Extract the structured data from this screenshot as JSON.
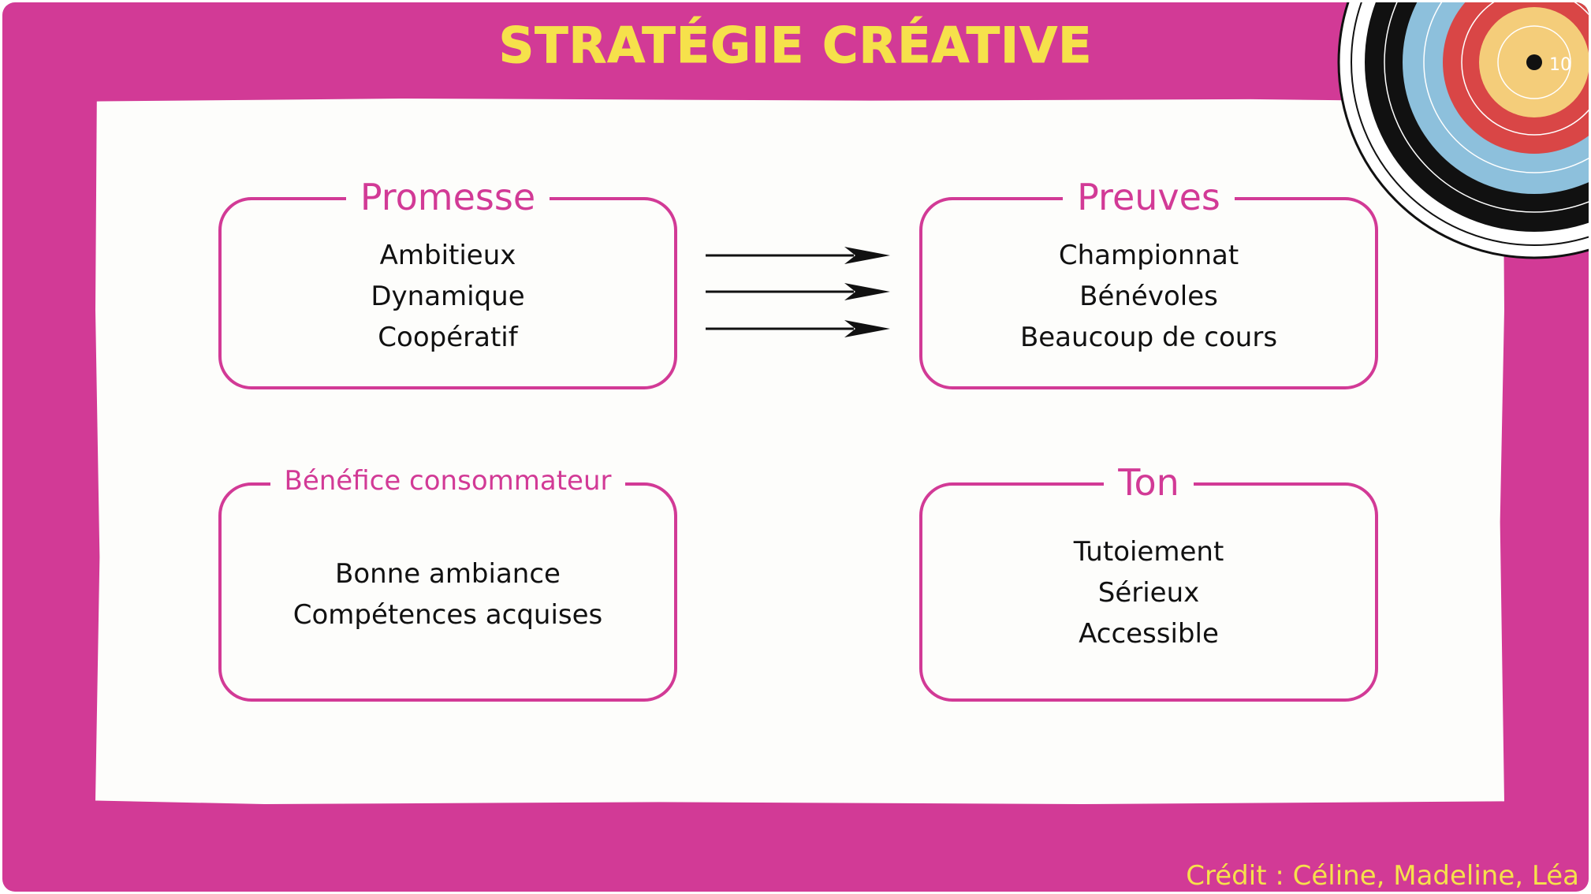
{
  "title": "STRATÉGIE CRÉATIVE",
  "boxes": {
    "promesse": {
      "title": "Promesse",
      "items": [
        "Ambitieux",
        "Dynamique",
        "Coopératif"
      ]
    },
    "preuves": {
      "title": "Preuves",
      "items": [
        "Championnat",
        "Bénévoles",
        "Beaucoup de cours"
      ]
    },
    "benefice": {
      "title": "Bénéfice consommateur",
      "items": [
        "Bonne ambiance",
        "Compétences acquises"
      ]
    },
    "ton": {
      "title": "Ton",
      "items": [
        "Tutoiement",
        "Sérieux",
        "Accessible"
      ]
    }
  },
  "target_label": "10",
  "credit": "Crédit : Céline, Madeline, Léa",
  "colors": {
    "frame": "#d23a96",
    "accent_yellow": "#f6e14b",
    "paper": "#fdfdfb",
    "target_rings": [
      "#ffffff",
      "#111111",
      "#8dc0dc",
      "#d94646",
      "#f4cd7a"
    ]
  }
}
